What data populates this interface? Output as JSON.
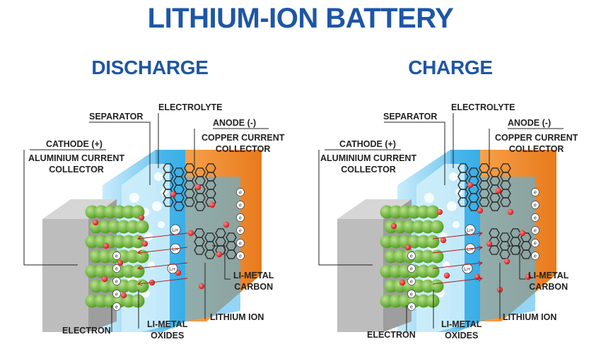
{
  "title": "LITHIUM-ION BATTERY",
  "panels": [
    {
      "heading": "DISCHARGE",
      "labels": {
        "separator": "SEPARATOR",
        "electrolyte": "ELECTROLYTE",
        "anode": "ANODE (-)",
        "copper_collector": "COPPER CURRENT\nCOLLECTOR",
        "cathode": "CATHODE (+)",
        "aluminium_collector": "ALUMINIUM CURRENT\nCOLLECTOR",
        "li_metal_carbon": "LI-METAL\nCARBON",
        "lithium_ion": "LITHIUM ION",
        "electron": "ELECTRON",
        "li_metal_oxides": "LI-METAL\nOXIDES"
      },
      "ion_symbol": "Li+",
      "electron_symbol": "e",
      "flow_direction": "to-cathode"
    },
    {
      "heading": "CHARGE",
      "labels": {
        "separator": "SEPARATOR",
        "electrolyte": "ELECTROLYTE",
        "anode": "ANODE (-)",
        "copper_collector": "COPPER CURRENT\nCOLLECTOR",
        "cathode": "CATHODE (+)",
        "aluminium_collector": "ALUMINIUM CURRENT\nCOLLECTOR",
        "li_metal_carbon": "LI-METAL\nCARBON",
        "lithium_ion": "LITHIUM ION",
        "electron": "ELECTRON",
        "li_metal_oxides": "LI-METAL\nOXIDES"
      },
      "ion_symbol": "Li+",
      "electron_symbol": "e",
      "flow_direction": "to-anode"
    }
  ],
  "colors": {
    "title": "#1e56a6",
    "cathode_collector": "#c9c9c9",
    "cathode_particles": "#7cc242",
    "electrolyte": "#9fd9f3",
    "separator": "#cfeefb",
    "anode_collector": "#f08a2a",
    "lithium_ion": "#e32a2a",
    "carbon_lattice": "#2b2b2b"
  }
}
